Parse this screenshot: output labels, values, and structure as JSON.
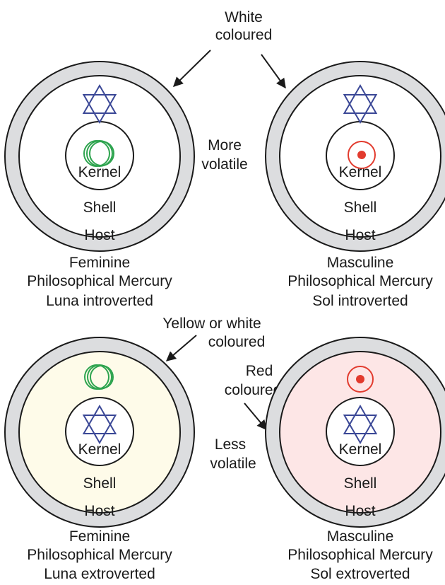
{
  "colors": {
    "host_ring": "#dcdddf",
    "outline": "#1a1a1a",
    "star": "#3a4796",
    "luna_symbol": "#2ea44f",
    "sol_symbol": "#e23b2e",
    "luna_shell_fill": "#fefbe9",
    "sol_shell_fill": "#fde6e6",
    "volatility_text": "#3a4796"
  },
  "callouts": {
    "white_coloured": [
      "White",
      "coloured"
    ],
    "yellow_or_white_coloured": [
      "Yellow or white",
      "coloured"
    ],
    "red_coloured": [
      "Red",
      "coloured"
    ],
    "more_volatile": [
      "More",
      "volatile"
    ],
    "less_volatile": [
      "Less",
      "volatile"
    ]
  },
  "mercuries": [
    {
      "id": "feminine-introverted",
      "kernel_label": "Kernel",
      "shell_label": "Shell",
      "host_label": "Host",
      "symbol": "luna-crescent",
      "symbol_position": "inside-kernel",
      "star_position": "outer-shell",
      "caption": [
        "Feminine",
        "Philosophical Mercury",
        "Luna introverted"
      ]
    },
    {
      "id": "masculine-introverted",
      "kernel_label": "Kernel",
      "shell_label": "Shell",
      "host_label": "Host",
      "symbol": "sol-circle",
      "symbol_position": "inside-kernel",
      "star_position": "outer-shell",
      "caption": [
        "Masculine",
        "Philosophical Mercury",
        "Sol introverted"
      ]
    },
    {
      "id": "feminine-extroverted",
      "kernel_label": "Kernel",
      "shell_label": "Shell",
      "host_label": "Host",
      "symbol": "luna-crescent",
      "symbol_position": "outer-shell",
      "star_position": "inside-kernel",
      "caption": [
        "Feminine",
        "Philosophical Mercury",
        "Luna extroverted"
      ]
    },
    {
      "id": "masculine-extroverted",
      "kernel_label": "Kernel",
      "shell_label": "Shell",
      "host_label": "Host",
      "symbol": "sol-circle",
      "symbol_position": "outer-shell",
      "star_position": "inside-kernel",
      "caption": [
        "Masculine",
        "Philosophical Mercury",
        "Sol extroverted"
      ]
    }
  ]
}
